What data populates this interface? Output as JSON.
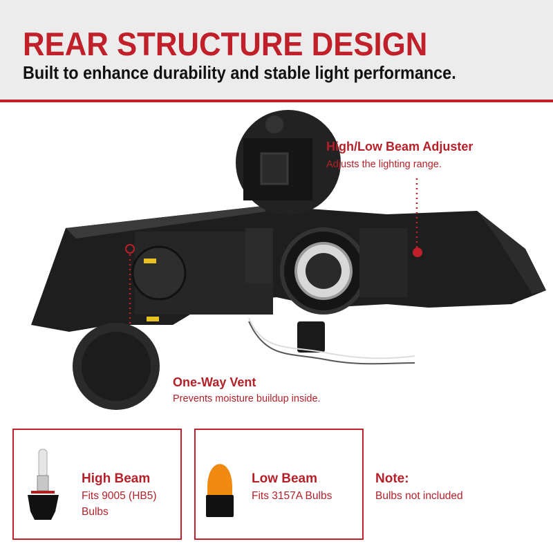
{
  "header": {
    "title": "REAR STRUCTURE DESIGN",
    "subtitle": "Built to enhance durability and stable light performance."
  },
  "callouts": [
    {
      "title": "High/Low Beam Adjuster",
      "text": "Adjusts the lighting range."
    },
    {
      "title": "One-Way Vent",
      "text": "Prevents moisture buildup inside."
    }
  ],
  "bulbs": [
    {
      "title": "High Beam",
      "line1": "Fits 9005 (HB5)",
      "line2": "Bulbs"
    },
    {
      "title": "Low Beam",
      "line1": "Fits 3157A Bulbs"
    }
  ],
  "note": {
    "title": "Note:",
    "text": "Bulbs not included"
  },
  "colors": {
    "accent": "#c0202a",
    "header_bg": "#ececec"
  }
}
